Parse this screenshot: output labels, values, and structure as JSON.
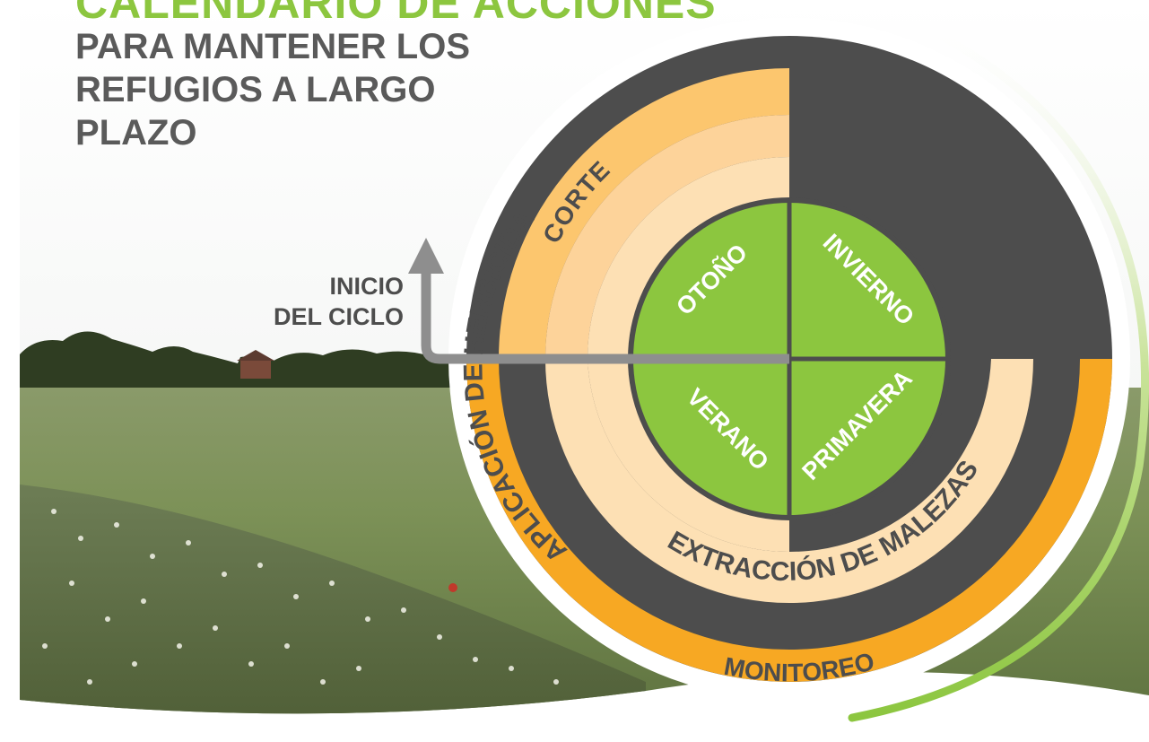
{
  "title": {
    "line1": "CALENDARIO DE ACCIONES",
    "line2": "PARA MANTENER LOS",
    "line3": "REFUGIOS A LARGO",
    "line4": "PLAZO"
  },
  "start_label": {
    "line1": "INICIO",
    "line2": "DEL CICLO"
  },
  "seasons": {
    "autumn": "OTOÑO",
    "winter": "INVIERNO",
    "spring": "PRIMAVERA",
    "summer": "VERANO"
  },
  "rings": {
    "herbicide": "APLICACIÓN DE HERBICIDA",
    "weeds": "EXTRACCIÓN DE MALEZAS",
    "cutting": "CORTE",
    "monitoring": "MONITOREO"
  },
  "colors": {
    "green": "#8cc63f",
    "dark_gray": "#4d4d4d",
    "orange": "#f7a823",
    "light_orange": "#fcc66e",
    "cream": "#fde0b4",
    "title_gray": "#5a5a5a"
  }
}
